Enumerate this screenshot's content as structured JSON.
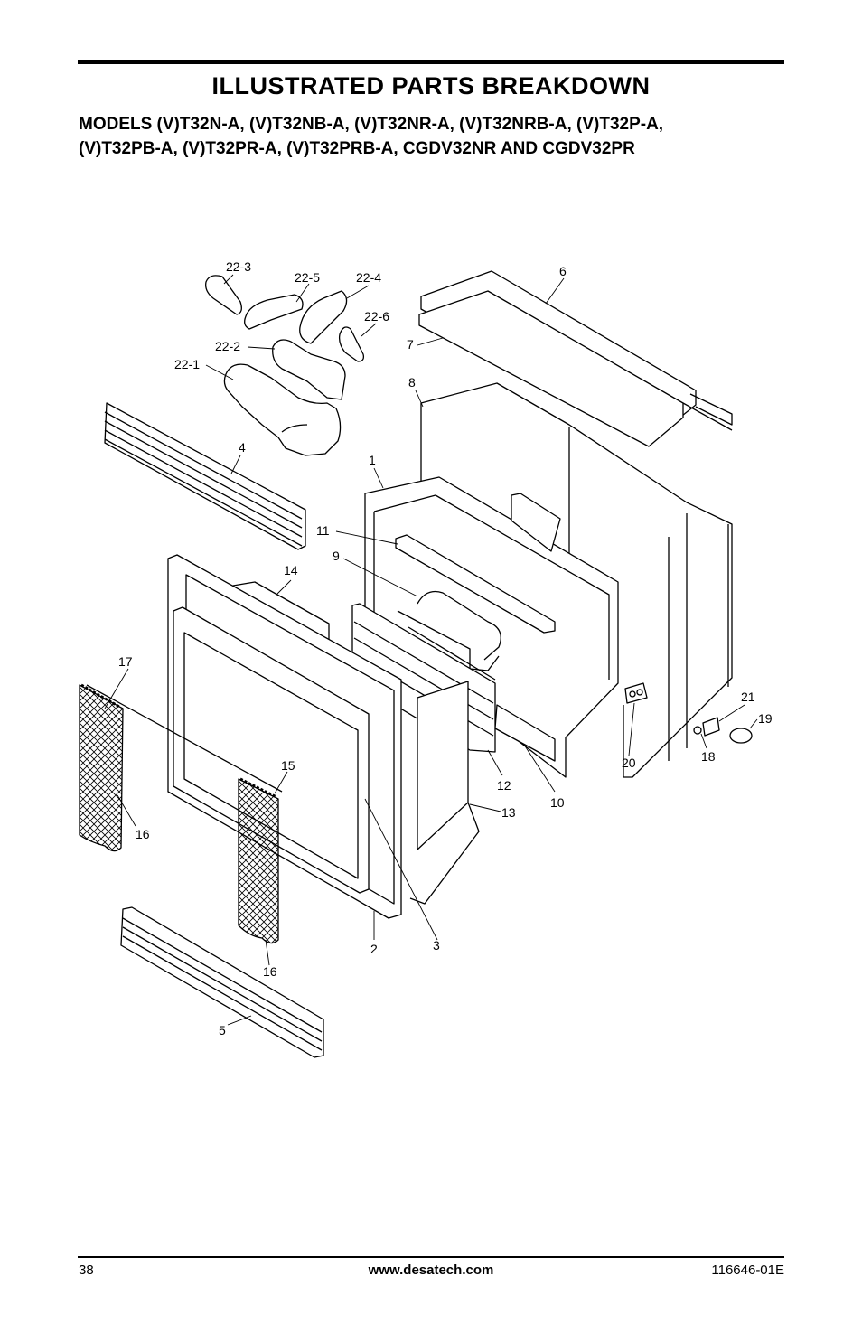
{
  "header": {
    "title": "ILLUSTRATED PARTS BREAKDOWN",
    "models_line1": "MODELS (V)T32N-A, (V)T32NB-A, (V)T32NR-A, (V)T32NRB-A, (V)T32P-A,",
    "models_line2": "(V)T32PB-A, (V)T32PR-A, (V)T32PRB-A, CGDV32NR AND CGDV32PR"
  },
  "diagram": {
    "labels": {
      "p22_3": "22-3",
      "p22_5": "22-5",
      "p22_4": "22-4",
      "p22_6": "22-6",
      "p22_2": "22-2",
      "p22_1": "22-1",
      "p6": "6",
      "p7": "7",
      "p8": "8",
      "p4": "4",
      "p1": "1",
      "p11": "11",
      "p9": "9",
      "p14": "14",
      "p17": "17",
      "p15": "15",
      "p16a": "16",
      "p16b": "16",
      "p12": "12",
      "p13": "13",
      "p10": "10",
      "p20": "20",
      "p21": "21",
      "p19": "19",
      "p18": "18",
      "p2": "2",
      "p3": "3",
      "p5": "5"
    }
  },
  "footer": {
    "page_number": "38",
    "website": "www.desatech.com",
    "doc_number": "116646-01E"
  }
}
